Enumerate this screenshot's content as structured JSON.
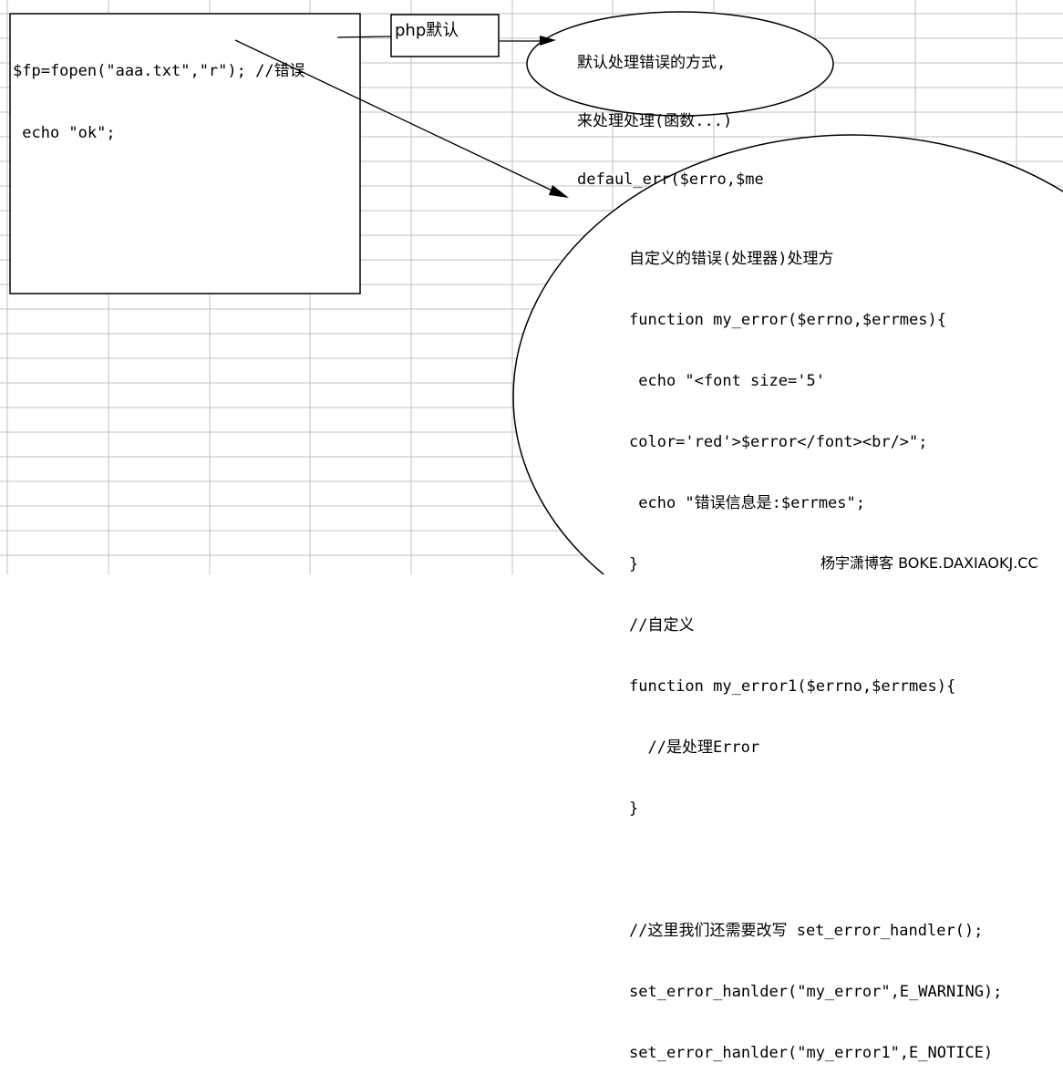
{
  "code_box": {
    "lines": [
      "$fp=fopen(\"aaa.txt\",\"r\"); //错误",
      " echo \"ok\";"
    ]
  },
  "label_box": {
    "text": "php默认"
  },
  "default_ellipse": {
    "lines": [
      "默认处理错误的方式,",
      "来处理处理(函数...)",
      "defaul_err($erro,$me"
    ]
  },
  "custom_ellipse": {
    "lines": [
      "自定义的错误(处理器)处理方",
      "function my_error($errno,$errmes){",
      " echo \"<font size='5'",
      "color='red'>$error</font><br/>\";",
      " echo \"错误信息是:$errmes\";",
      "}",
      "//自定义",
      "function my_error1($errno,$errmes){",
      "  //是处理Error",
      "}",
      "",
      "//这里我们还需要改写 set_error_handler();",
      "set_error_hanlder(\"my_error\",E_WARNING);",
      "set_error_hanlder(\"my_error1\",E_NOTICE)"
    ]
  },
  "watermark": "杨宇潇博客 BOKE.DAXIAOKJ.CC",
  "colors": {
    "grid": "#c0c0c0",
    "stroke": "#000000",
    "background": "#ffffff"
  }
}
